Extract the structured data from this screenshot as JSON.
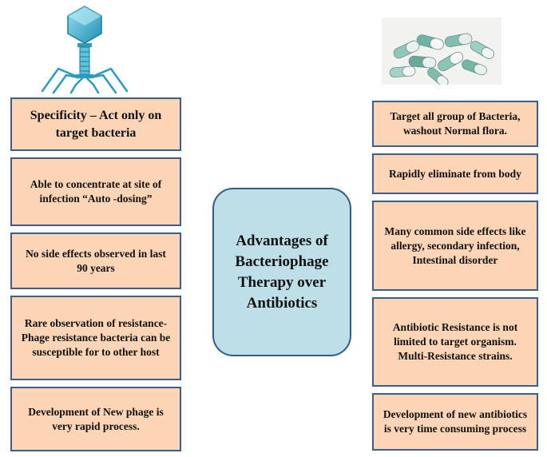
{
  "center": {
    "title": "Advantages of Bacteriophage Therapy over Antibiotics"
  },
  "left_boxes": [
    "Specificity – Act only on target bacteria",
    "Able to concentrate at site of infection “Auto -dosing”",
    "No side effects observed in last 90 years",
    "Rare observation of resistance- Phage resistance bacteria can be susceptible for to other host",
    "Development of New phage is very rapid process."
  ],
  "right_boxes": [
    "Target all group of Bacteria, washout Normal flora.",
    "Rapidly eliminate from body",
    "Many common side effects like allergy, secondary infection, Intestinal disorder",
    "Antibiotic Resistance is not limited to target organism. Multi-Resistance strains.",
    "Development of new antibiotics is very time consuming process"
  ],
  "colors": {
    "box_fill": "#fbd5b5",
    "box_border": "#3a5f8a",
    "center_fill": "#bedee8",
    "center_border": "#2f5d88",
    "phage": "#36a9c8"
  },
  "icons": {
    "left": "bacteriophage-icon",
    "right": "capsules-pills-image"
  }
}
